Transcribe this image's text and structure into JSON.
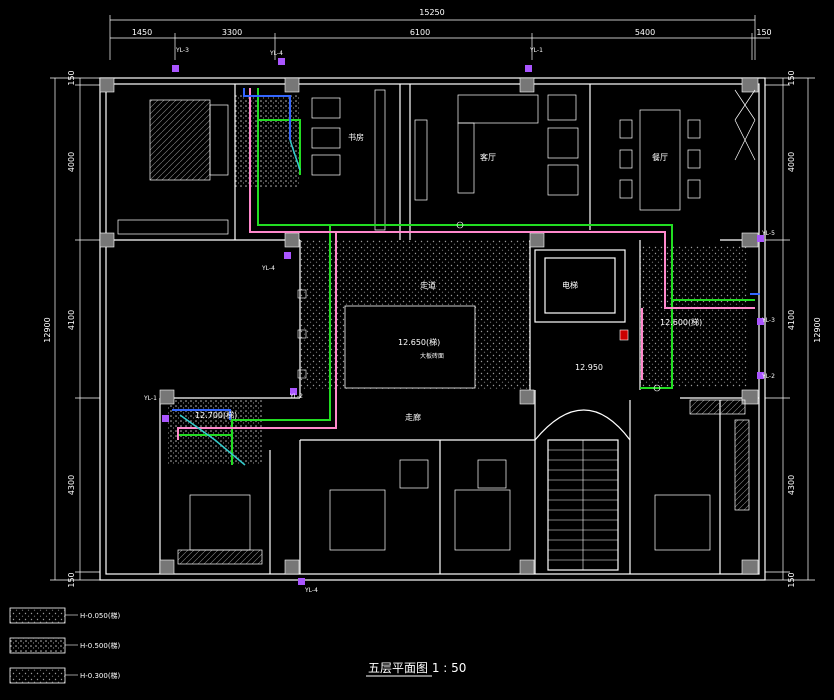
{
  "colors": {
    "background": "#000000",
    "wall": "#ffffff",
    "dimension": "#ffffff",
    "pipe_green": "#22dd22",
    "pipe_pink": "#ff88cc",
    "pipe_blue": "#3366ff",
    "pipe_cyan": "#33cccc",
    "marker": "#aa55ff",
    "hatch": "#aaaaaa"
  },
  "dimensions": {
    "overall": "15250",
    "top_segments": [
      "1450",
      "3300",
      "6100",
      "5400",
      "150"
    ],
    "left": [
      "150",
      "4000",
      "4100",
      "4300",
      "150"
    ],
    "left_total": "12900",
    "right": [
      "150",
      "4000",
      "4100",
      "4300",
      "150"
    ],
    "right_total": "12900"
  },
  "rooms": {
    "study": "书房",
    "living": "客厅",
    "dining": "餐厅",
    "elevator": "电梯",
    "kitchen_level": "12.600(梯)",
    "center_level": "12.650(梯)",
    "center_note": "大板砖面",
    "corridor_level": "12.950",
    "corridor": "走廊",
    "west_level": "12.700(梯)",
    "lobby": "走道"
  },
  "tags": {
    "yl3": "YL-3",
    "yl4_top": "YL-4",
    "yl1_top": "YL-1",
    "yl5": "YL-5",
    "yl3_right": "YL-3",
    "yl2": "YL-2",
    "yl1_left": "YL-1",
    "yl2_mid": "YL-2",
    "yl4_bottom": "YL-4",
    "yl4_mid": "YL-4"
  },
  "legend": [
    {
      "label": "H-0.050(梯)"
    },
    {
      "label": "H-0.500(梯)"
    },
    {
      "label": "H-0.300(梯)"
    }
  ],
  "title": "五层平面图  1 : 50"
}
